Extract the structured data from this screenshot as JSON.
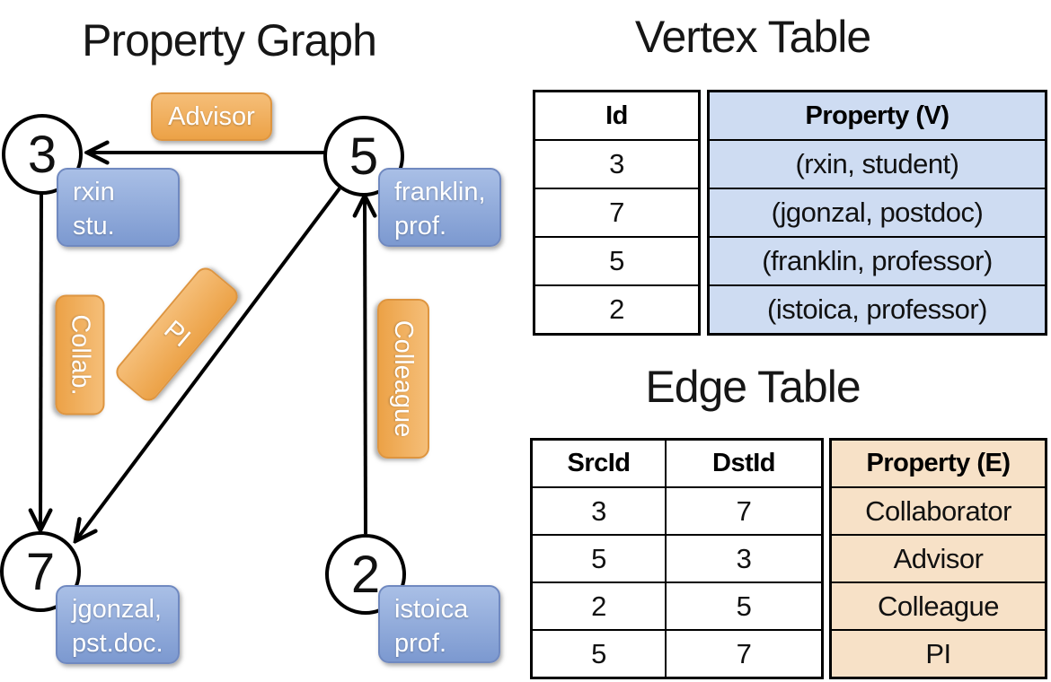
{
  "colors": {
    "orange_light": "#F5BE78",
    "orange": "#ECA247",
    "orange_border": "#DE9540",
    "blue_light": "#A9BFE6",
    "blue": "#7C99D0",
    "blue_border": "#7089C0",
    "vertex_cell": "#CEDCF2",
    "edge_cell": "#F7E1C7",
    "ink": "#000000"
  },
  "diagram": {
    "title": "Property Graph",
    "nodes": [
      {
        "id": "3",
        "label_lines": [
          "rxin",
          "stu."
        ]
      },
      {
        "id": "5",
        "label_lines": [
          "franklin,",
          "prof."
        ]
      },
      {
        "id": "7",
        "label_lines": [
          "jgonzal,",
          "pst.doc."
        ]
      },
      {
        "id": "2",
        "label_lines": [
          "istoica",
          "prof."
        ]
      }
    ],
    "edge_labels": {
      "advisor": "Advisor",
      "collab": "Collab.",
      "pi": "PI",
      "colleague": "Colleague"
    },
    "edges": [
      {
        "from": "5",
        "to": "3",
        "label": "Advisor"
      },
      {
        "from": "3",
        "to": "7",
        "label": "Collab."
      },
      {
        "from": "5",
        "to": "7",
        "label": "PI"
      },
      {
        "from": "2",
        "to": "5",
        "label": "Colleague"
      }
    ]
  },
  "vertex_table": {
    "title": "Vertex Table",
    "columns": [
      "Id",
      "Property (V)"
    ],
    "rows": [
      [
        "3",
        "(rxin, student)"
      ],
      [
        "7",
        "(jgonzal, postdoc)"
      ],
      [
        "5",
        "(franklin, professor)"
      ],
      [
        "2",
        "(istoica, professor)"
      ]
    ]
  },
  "edge_table": {
    "title": "Edge Table",
    "columns": [
      "SrcId",
      "DstId",
      "Property (E)"
    ],
    "rows": [
      [
        "3",
        "7",
        "Collaborator"
      ],
      [
        "5",
        "3",
        "Advisor"
      ],
      [
        "2",
        "5",
        "Colleague"
      ],
      [
        "5",
        "7",
        "PI"
      ]
    ]
  }
}
